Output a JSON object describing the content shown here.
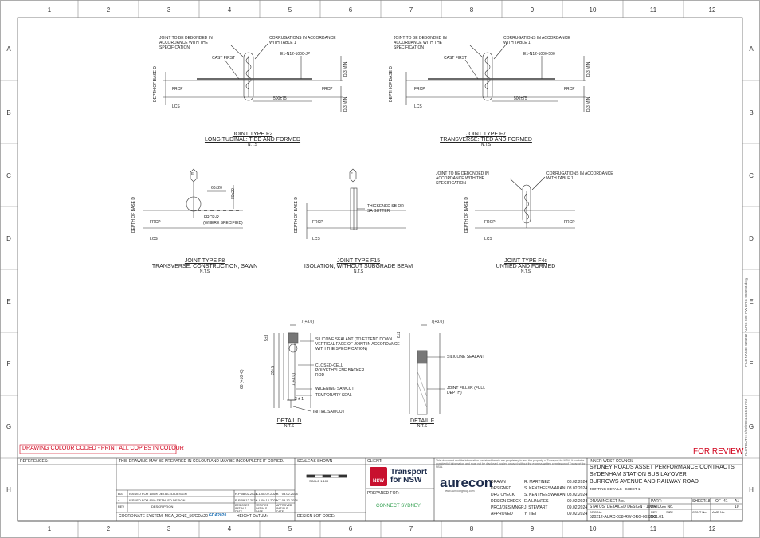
{
  "grid": {
    "columns": [
      "1",
      "2",
      "3",
      "4",
      "5",
      "6",
      "7",
      "8",
      "9",
      "10",
      "11",
      "12"
    ],
    "rows": [
      "A",
      "B",
      "C",
      "D",
      "E",
      "F",
      "G",
      "H"
    ]
  },
  "details": {
    "f2": {
      "title": "JOINT TYPE F2",
      "subtitle": "LONGITUDINAL: TIED AND FORMED",
      "scale": "N.T.S",
      "debond_note": "JOINT TO BE DEBONDED IN ACCORDANCE WITH THE SPECIFICATION",
      "corrugation_note": "CORRUGATIONS IN ACCORDANCE WITH TABLE 1",
      "cast_first": "CAST FIRST",
      "bar_label": "E1-N12-1000-JP",
      "depth_label": "DEPTH OF BASE D",
      "frcp_left": "FRCP",
      "frcp_right": "FRCP",
      "lcs": "LCS",
      "dim": "500±75",
      "d3_top": "D/3 MIN.",
      "d3_bottom": "D/3 MIN."
    },
    "f7": {
      "title": "JOINT TYPE F7",
      "subtitle": "TRANSVERSE: TIED AND FORMED",
      "scale": "N.T.S",
      "debond_note": "JOINT TO BE DEBONDED IN ACCORDANCE WITH THE SPECIFICATION",
      "corrugation_note": "CORRUGATIONS IN ACCORDANCE WITH TABLE 1",
      "cast_first": "CAST FIRST",
      "bar_label": "E1-N12-1000-500",
      "depth_label": "DEPTH OF BASE D",
      "frcp_left": "FRCP",
      "frcp_right": "FRCP",
      "lcs": "LCS",
      "dim": "500±75",
      "d3_top": "D/3 MIN.",
      "d3_bottom": "D/3 MIN."
    },
    "f8": {
      "title": "JOINT TYPE F8",
      "subtitle": "TRANSVERSE: CONSTRUCTION, SAWN",
      "scale": "N.T.S",
      "marker": "E",
      "dim_h": "60±20",
      "dim_v": "80±20",
      "frcpr": "FRCP-R",
      "frcpr_note": "(WHERE SPECIFIED)",
      "depth_label": "DEPTH OF BASE D",
      "frcp": "FRCP",
      "lcs": "LCS"
    },
    "f15": {
      "title": "JOINT TYPE F15",
      "subtitle": "ISOLATION, WITHOUT SUBGRADE BEAM",
      "scale": "N.T.S",
      "marker": "F",
      "note": "THICKENED SB OR SA GUTTER",
      "depth_label": "DEPTH OF BASE D",
      "frcp": "FRCP",
      "lcs": "LCS"
    },
    "f4c": {
      "title": "JOINT TYPE F4c",
      "subtitle": "UNTIED AND FORMED",
      "scale": "N.T.S",
      "debond_note": "JOINT TO BE DEBONDED IN ACCORDANCE WITH THE SPECIFICATION",
      "corrugation_note": "CORRUGATIONS IN ACCORDANCE WITH TABLE 1",
      "depth_label": "DEPTH OF BASE D",
      "frcp_left": "FRCP",
      "frcp_right": "FRCP",
      "lcs": "LCS"
    },
    "d": {
      "title": "DETAIL D",
      "scale": "N.T.S",
      "top_dim": "7(+3.0)",
      "dim_5": "5±3",
      "dim_35": "35±5",
      "dim_60": "60 (+10,-0)",
      "dim_7": "7(+3.0)",
      "dim_3": "3 ± 1",
      "sealant": "SILICONE SEALANT (TO EXTEND DOWN VERTICAL FACE OF JOINT IN ACCORDANCE WITH THE SPECIFICATION)",
      "backer": "CLOSED-CELL POLYETHYLENE BACKER ROD",
      "widening": "WIDENING SAWCUT",
      "temp_seal": "TEMPORARY SEAL",
      "initial": "INITIAL SAWCUT"
    },
    "f": {
      "title": "DETAIL F",
      "scale": "N.T.S",
      "top_dim": "7(+3.0)",
      "dim_8": "8±2",
      "sealant": "SILICONE SEALANT",
      "filler": "JOINT FILLER (FULL DEPTH)"
    }
  },
  "banners": {
    "colour_note": "DRAWING COLOUR CODED - PRINT ALL COPIES IN COLOUR",
    "for_review": "FOR REVIEW"
  },
  "title_block": {
    "references": "REFERENCES:",
    "prepared_note": "THIS DRAWING MAY BE PREPARED IN COLOUR AND MAY BE INCOMPLETE IF COPIED.",
    "scale_label": "SCALE:",
    "scale_value": "AS SHOWN",
    "scale_bar_note": "SCALE 1:100",
    "client_label": "CLIENT:",
    "prepared_for": "PREPARED FOR:",
    "revisions": [
      {
        "rev": "B01",
        "desc": "ISSUED FOR 100% DETAILED DESIGN",
        "designer": "R.P 08.02.2024",
        "verified": "A.L 08.02.2024",
        "approved": "Y.T 08.02.2024"
      },
      {
        "rev": "A",
        "desc": "ISSUED FOR 80% DETAILED DESIGN",
        "designer": "R.P 09.12.2024",
        "verified": "A.L 09.12.2024",
        "approved": "Y.T 09.12.2024"
      }
    ],
    "rev_headers": {
      "rev": "REV",
      "date": "DATE",
      "desc": "DESCRIPTION",
      "designer": "DESIGNER INITIALS-DATE",
      "verified": "VERIFIED INITIALS-DATE",
      "approved": "APPROVED INITIALS-DATE"
    },
    "coordinate": "COORDINATE SYSTEM: MGA_ZONE_56/GDA20",
    "gda": "GDA2020",
    "height_datum": "HEIGHT DATUM:",
    "design_lot": "DESIGN LOT CODE:",
    "transport_line1": "Transport",
    "transport_line2": "for NSW",
    "nsw_text": "NSW",
    "aurecon": "aurecon",
    "aurecon_url": "www.aurecongroup.com",
    "connect": "CONNECT SYDNEY",
    "copyright": "This document and the information contained herein are proprietary to and the property of Transport for NSW. It contains confidential information and must not be disclosed, copied or used without the express written permission of Transport for NSW.",
    "roles": [
      {
        "role": "DRAWN",
        "name": "R. MARTINEZ",
        "date": "08.02.2024"
      },
      {
        "role": "DESIGNED",
        "name": "S. KENTHEESWARAN",
        "date": "08.02.2024"
      },
      {
        "role": "DRG CHECK",
        "name": "S. KENTHEESWARAN",
        "date": "08.02.2024"
      },
      {
        "role": "DESIGN CHECK",
        "name": "E.A LINARES",
        "date": "09.02.2024"
      },
      {
        "role": "PROJ/DES MNGR",
        "name": "J. STEWART",
        "date": "09.02.2024"
      },
      {
        "role": "APPROVED",
        "name": "Y. TIET",
        "date": "09.02.2024"
      }
    ],
    "council": "INNER WEST COUNCIL",
    "project_line1": "SYDNEY ROADS ASSET PERFORMANCE CONTRACTS",
    "project_line2": "SYDENHAM STATION BUS LAYOVER",
    "project_line3": "BURROWS AVENUE AND RAILWAY ROAD",
    "sheet_title": "JOINTING DETAILS - SHEET 1",
    "drawing_set": "DRAWING SET No.",
    "part": "PART:",
    "sheet": "SHEET:",
    "sheet_no": "18",
    "of": "OF",
    "sheet_total": "41",
    "size": "A1",
    "status": "STATUS: DETAILED DESIGN - 100%",
    "bridge": "BRIDGE No.",
    "bridge_val": "10",
    "drg_no_label": "DRG No.",
    "drg_no": "520212-AURC-038-RW-DRG-003203",
    "rev_label": "REV",
    "rev_val": "B01.01",
    "size_label": "SIZE",
    "cont_label": "CONT No.",
    "amd_label": "AMD No."
  },
  "side_strip": {
    "file": "FILE NAME: 520212-AURC-038-RW-DRG-003203.dwg",
    "plot": "PLOT DATE: 9/02/2024 4:15:11 PM"
  }
}
